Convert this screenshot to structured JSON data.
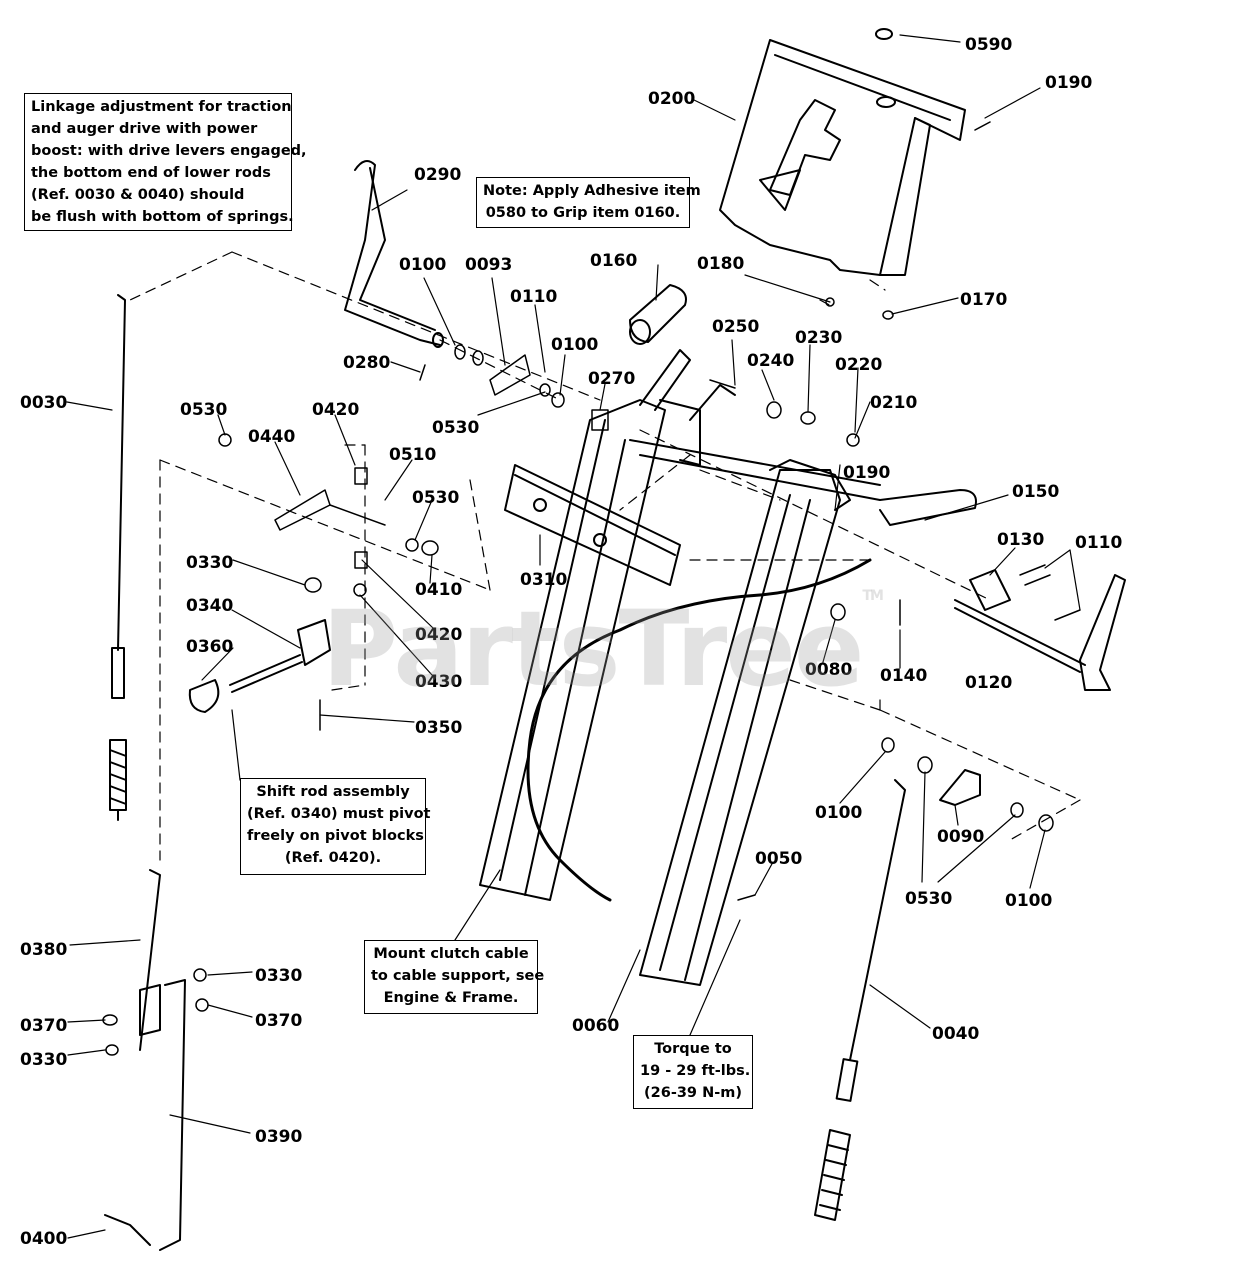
{
  "watermark": "PartsTree",
  "watermark_tm": "TM",
  "notes": {
    "linkage": [
      "Linkage adjustment for traction",
      "and auger drive with power",
      "boost: with drive levers engaged,",
      "the bottom end of lower rods",
      "(Ref. 0030 & 0040) should",
      "be flush with bottom of springs."
    ],
    "adhesive": [
      "Note: Apply Adhesive item",
      "0580 to Grip item 0160."
    ],
    "shift": [
      "Shift rod assembly",
      "(Ref. 0340) must pivot",
      "freely on pivot blocks",
      "(Ref. 0420)."
    ],
    "clutch": [
      "Mount clutch cable",
      "to cable support, see",
      "Engine & Frame."
    ],
    "torque": [
      "Torque to",
      "19 - 29 ft-lbs.",
      "(26-39 N-m)"
    ]
  },
  "labels": [
    "0590",
    "0190",
    "0200",
    "0290",
    "0100",
    "0093",
    "0110",
    "0160",
    "0180",
    "0170",
    "0250",
    "0230",
    "0280",
    "0100",
    "0270",
    "0240",
    "0220",
    "0030",
    "0530",
    "0420",
    "0530",
    "0210",
    "0440",
    "0510",
    "0190",
    "0530",
    "0150",
    "0130",
    "0110",
    "0310",
    "0410",
    "0330",
    "0340",
    "0420",
    "0080",
    "0140",
    "0120",
    "0360",
    "0430",
    "0350",
    "0100",
    "0090",
    "0530",
    "0100",
    "0050",
    "0380",
    "0330",
    "0370",
    "0370",
    "0330",
    "0060",
    "0040",
    "0390",
    "0400"
  ]
}
